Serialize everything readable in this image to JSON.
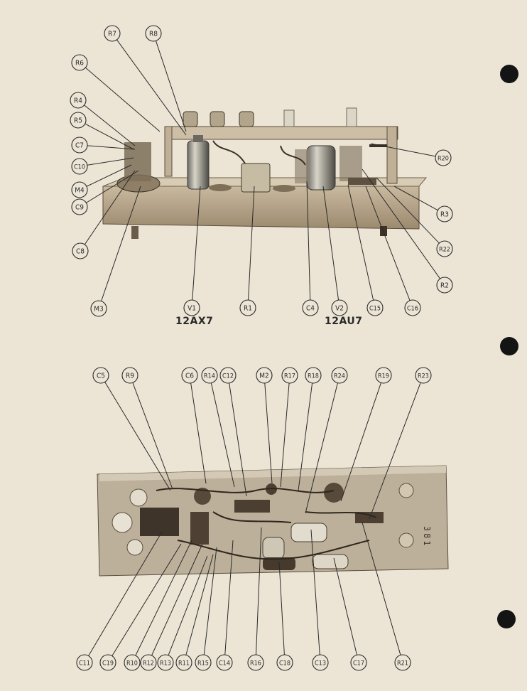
{
  "colors": {
    "paper": "#ece5d6",
    "ink": "#2a2a2a",
    "chassis_light": "#cdbfa6",
    "chassis_mid": "#a9987c",
    "chassis_dark": "#5a4d3c",
    "punch_hole": "#141414"
  },
  "top_view": {
    "tube_labels": {
      "v1": "12AX7",
      "v2": "12AU7"
    },
    "callouts": [
      {
        "id": "R7"
      },
      {
        "id": "R8"
      },
      {
        "id": "R6"
      },
      {
        "id": "R4"
      },
      {
        "id": "R5"
      },
      {
        "id": "C7"
      },
      {
        "id": "C10"
      },
      {
        "id": "M4"
      },
      {
        "id": "C9"
      },
      {
        "id": "C8"
      },
      {
        "id": "M3"
      },
      {
        "id": "V1"
      },
      {
        "id": "R1"
      },
      {
        "id": "C4"
      },
      {
        "id": "V2"
      },
      {
        "id": "C15"
      },
      {
        "id": "C16"
      },
      {
        "id": "R2"
      },
      {
        "id": "R22"
      },
      {
        "id": "R3"
      },
      {
        "id": "R20"
      }
    ]
  },
  "bottom_view": {
    "chassis_marking": "3 8 1",
    "callouts": [
      {
        "id": "C5"
      },
      {
        "id": "R9"
      },
      {
        "id": "C6"
      },
      {
        "id": "R14"
      },
      {
        "id": "C12"
      },
      {
        "id": "M2"
      },
      {
        "id": "R17"
      },
      {
        "id": "R18"
      },
      {
        "id": "R24"
      },
      {
        "id": "R19"
      },
      {
        "id": "R23"
      },
      {
        "id": "C11"
      },
      {
        "id": "C19"
      },
      {
        "id": "R10"
      },
      {
        "id": "R12"
      },
      {
        "id": "R13"
      },
      {
        "id": "R11"
      },
      {
        "id": "R15"
      },
      {
        "id": "C14"
      },
      {
        "id": "R16"
      },
      {
        "id": "C18"
      },
      {
        "id": "C13"
      },
      {
        "id": "C17"
      },
      {
        "id": "R21"
      }
    ]
  }
}
